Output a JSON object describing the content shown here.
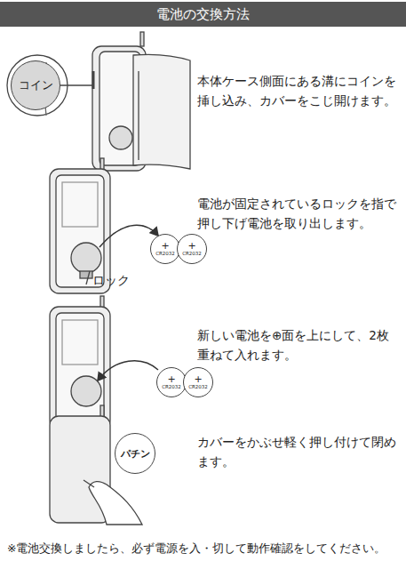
{
  "diagram": {
    "title": "電池の交換方法",
    "nodes": [
      {
        "text": [
          "コイン"
        ]
      },
      {
        "text": [
          "+",
          "CR2032"
        ]
      },
      {
        "text": [
          "+",
          "CR2032"
        ]
      },
      {
        "text": [
          "+",
          "CR2032"
        ]
      },
      {
        "text": [
          "+",
          "CR2032"
        ]
      },
      {
        "text": [
          "パチン"
        ]
      }
    ],
    "labels": [
      "本体ケース側面にある溝にコインを挿し込み、カバーをこじ開けます。",
      "電池が固定されているロックを指で押し下げ電池を取り出します。",
      "ロック",
      "新しい電池を⊕面を上にして、2枚重ねて入れます。",
      "カバーをかぶせ軽く押し付けて閉めます。",
      "※電池交換しましたら、必ず電源を入・切して動作確認をしてください。"
    ]
  }
}
